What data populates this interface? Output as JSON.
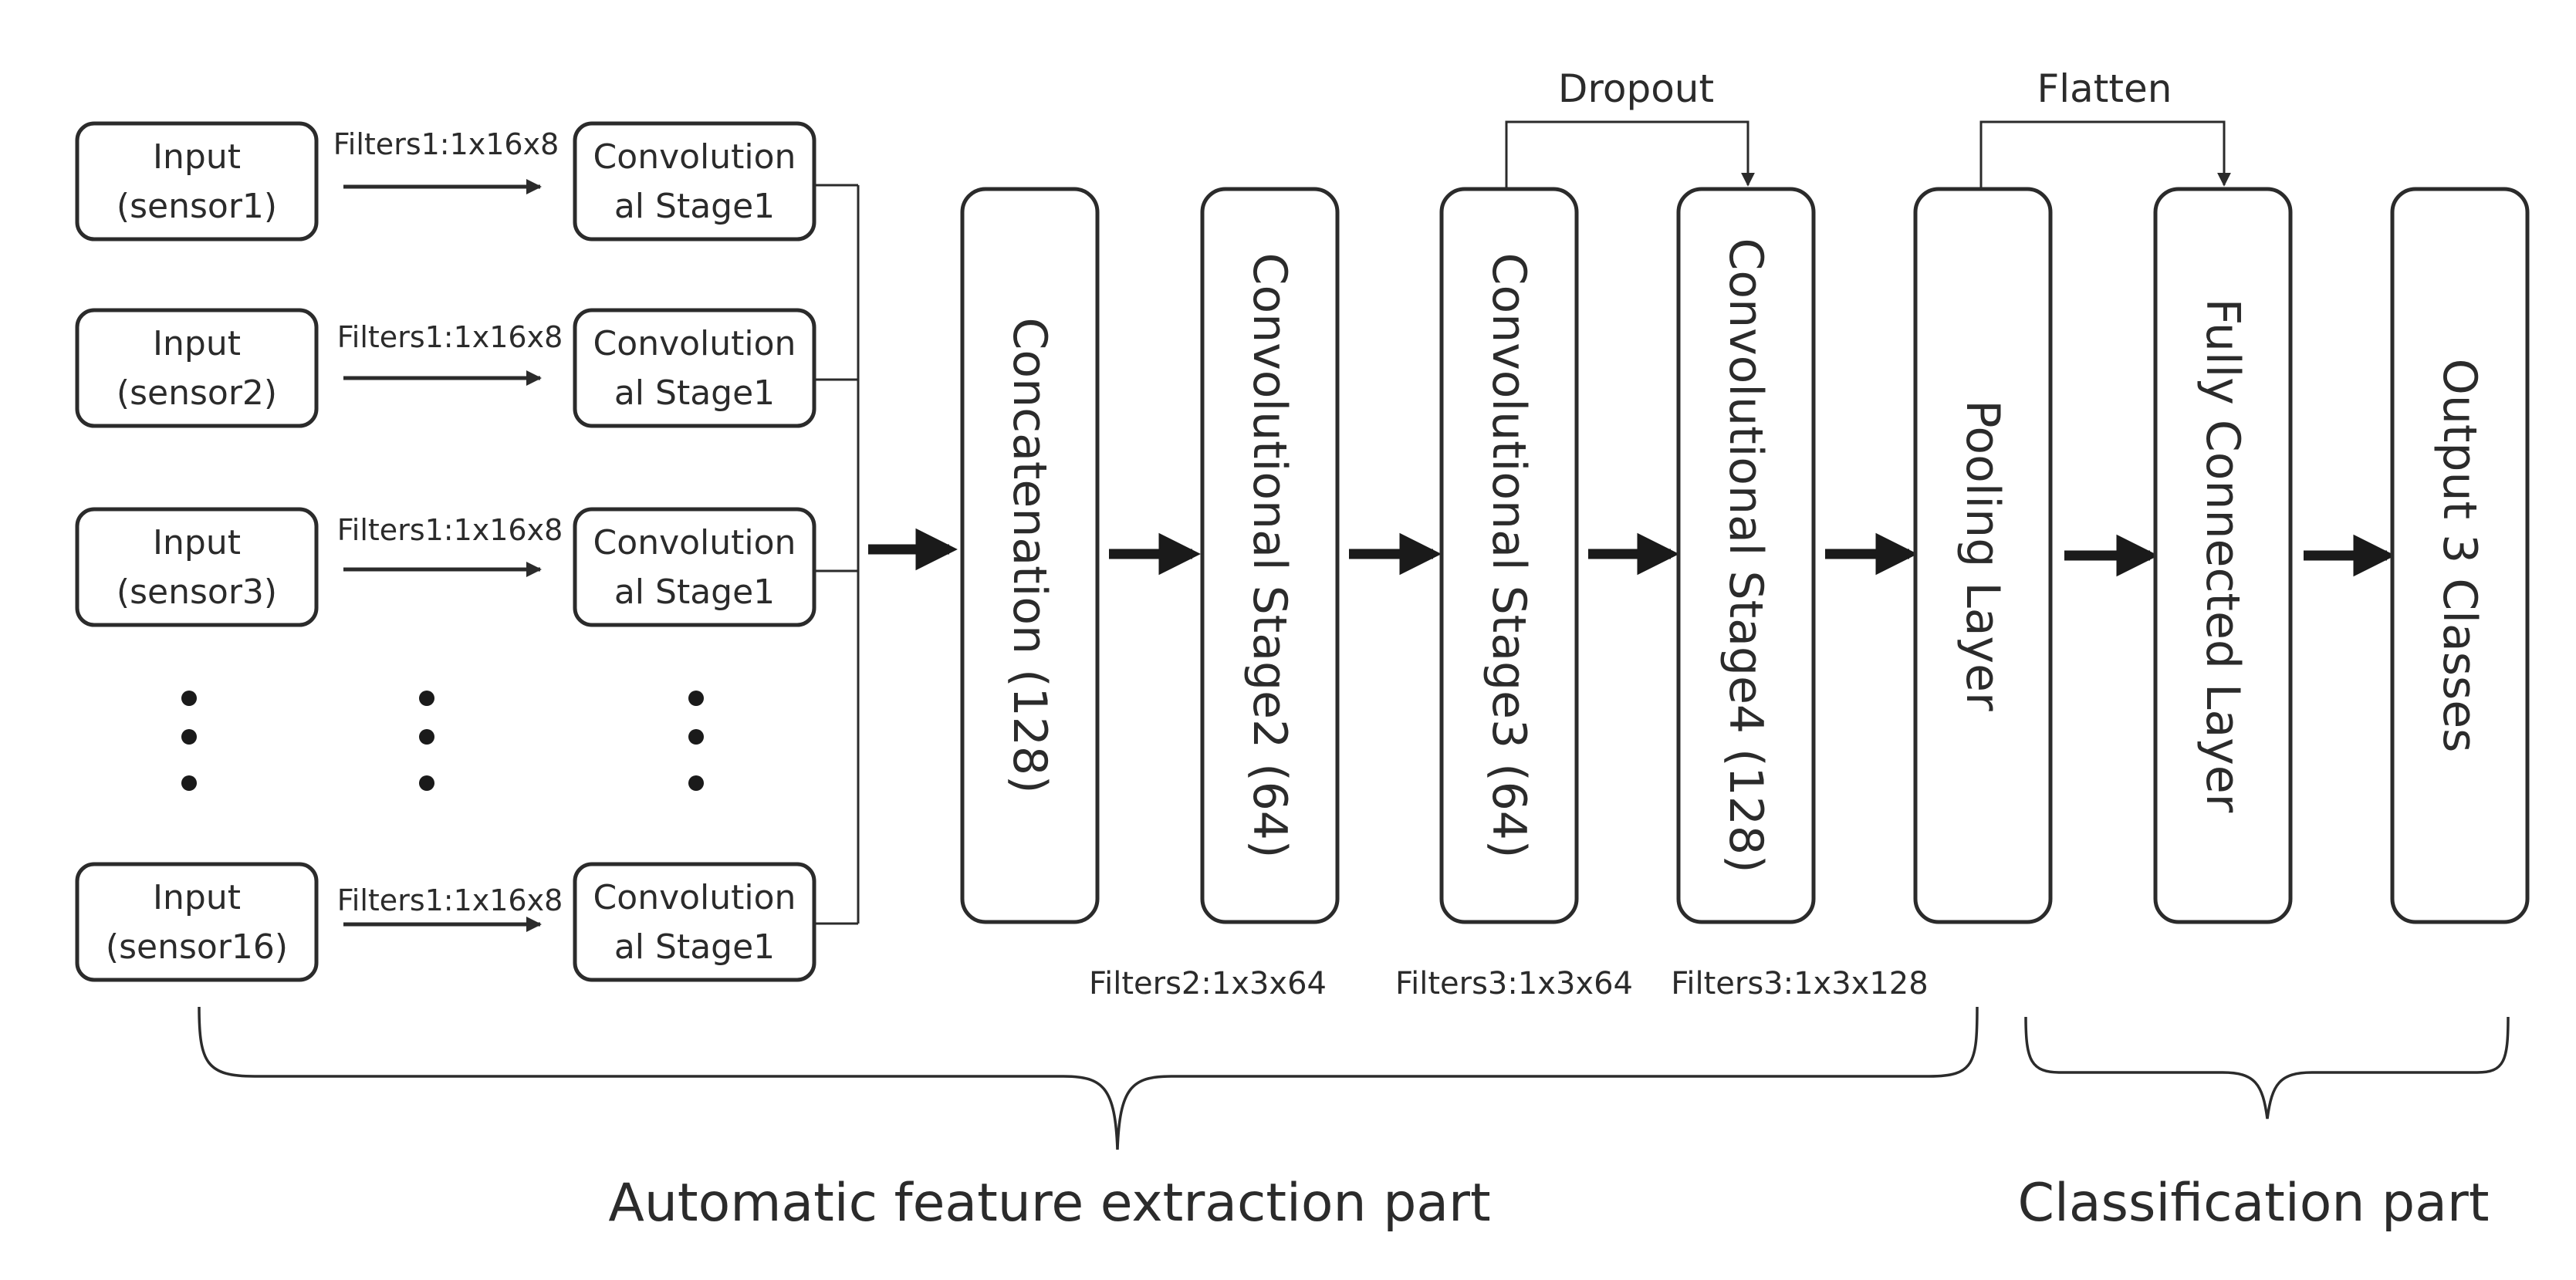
{
  "inputs": [
    {
      "line1": "Input",
      "line2": "(sensor1)",
      "filter": "Filters1:1x16x8",
      "conv1": "Convolution",
      "conv2": "al Stage1"
    },
    {
      "line1": "Input",
      "line2": "(sensor2)",
      "filter": "Filters1:1x16x8",
      "conv1": "Convolution",
      "conv2": "al Stage1"
    },
    {
      "line1": "Input",
      "line2": "(sensor3)",
      "filter": "Filters1:1x16x8",
      "conv1": "Convolution",
      "conv2": "al Stage1"
    },
    {
      "line1": "Input",
      "line2": "(sensor16)",
      "filter": "Filters1:1x16x8",
      "conv1": "Convolution",
      "conv2": "al Stage1"
    }
  ],
  "stages": [
    "Concatenation (128)",
    "Convolutional Stage2 (64)",
    "Convolutional Stage3 (64)",
    "Convolutional Stage4 (128)",
    "Pooling Layer",
    "Fully Connected Layer",
    "Output 3 Classes"
  ],
  "stage_filters": [
    "Filters2:1x3x64",
    "Filters3:1x3x64",
    "Filters3:1x3x128"
  ],
  "skip_labels": {
    "dropout": "Dropout",
    "flatten": "Flatten"
  },
  "parts": {
    "feature_extraction": "Automatic feature extraction part",
    "classification": "Classification part"
  }
}
